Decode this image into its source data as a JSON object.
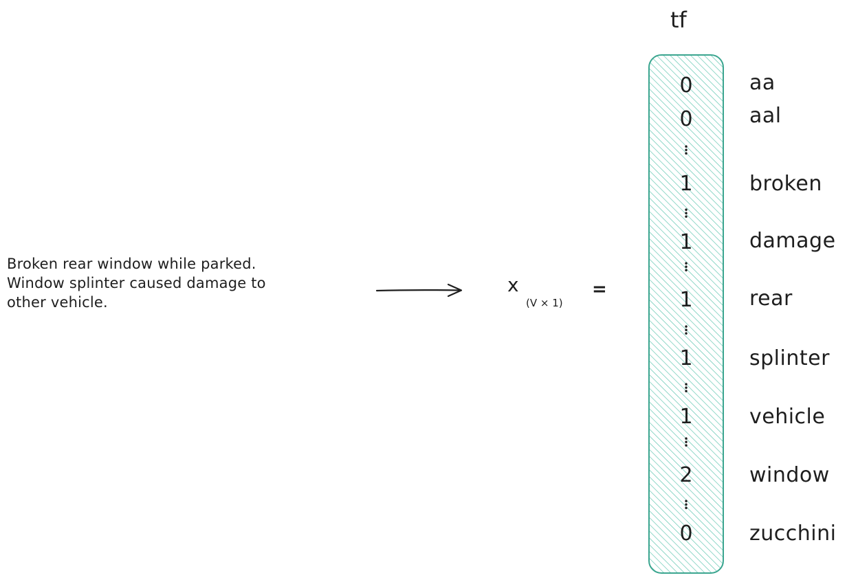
{
  "sentence": {
    "lines": [
      "Broken rear window while parked.",
      "Window splinter caused damage to",
      "other vehicle."
    ]
  },
  "equation": {
    "x_symbol": "x",
    "dimension": "(V × 1)",
    "equals": "="
  },
  "vector": {
    "header": "tf",
    "fill_color": "#63c7b2",
    "stroke_color": "#3aa58f",
    "rows": [
      {
        "value": "0",
        "term": "aa"
      },
      {
        "value": "0",
        "term": "aal"
      },
      {
        "value": "1",
        "term": "broken"
      },
      {
        "value": "1",
        "term": "damage"
      },
      {
        "value": "1",
        "term": "rear"
      },
      {
        "value": "1",
        "term": "splinter"
      },
      {
        "value": "1",
        "term": "vehicle"
      },
      {
        "value": "2",
        "term": "window"
      },
      {
        "value": "0",
        "term": "zucchini"
      }
    ]
  }
}
